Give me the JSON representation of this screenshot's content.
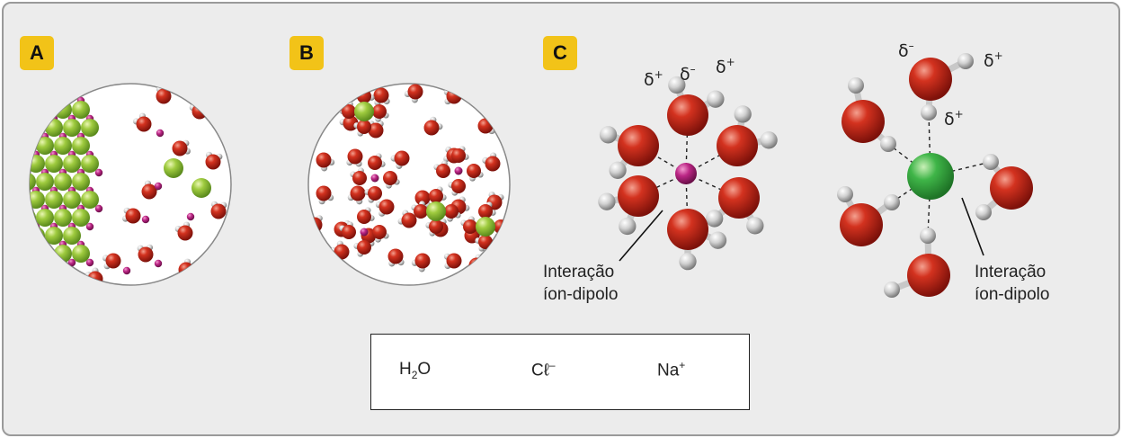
{
  "panels": {
    "a_label": "A",
    "b_label": "B",
    "c_label": "C"
  },
  "panel_c": {
    "left_cluster": {
      "delta_left": "δ",
      "delta_left_sign": "+",
      "delta_mid": "δ",
      "delta_mid_sign": "–",
      "delta_right": "δ",
      "delta_right_sign": "+",
      "annotation_line1": "Interação",
      "annotation_line2": "íon-dipolo"
    },
    "right_cluster": {
      "delta_top": "δ",
      "delta_top_sign": "–",
      "delta_top_right": "δ",
      "delta_top_right_sign": "+",
      "delta_inner": "δ",
      "delta_inner_sign": "+",
      "annotation_line1": "Interação",
      "annotation_line2": "íon-dipolo"
    }
  },
  "legend": {
    "water_base": "H",
    "water_sub": "2",
    "water_end": "O",
    "chloride_base": "Cℓ",
    "chloride_sign": "–",
    "sodium_base": "Na",
    "sodium_sign": "+"
  },
  "colors": {
    "oxygen": "#c0251a",
    "hydrogen": "#d8d8d8",
    "chloride": "#8cc43a",
    "chloride_right_ion": "#3cb44a",
    "sodium": "#b5237e",
    "badge": "#f2c318",
    "frame_bg": "#ececec"
  }
}
